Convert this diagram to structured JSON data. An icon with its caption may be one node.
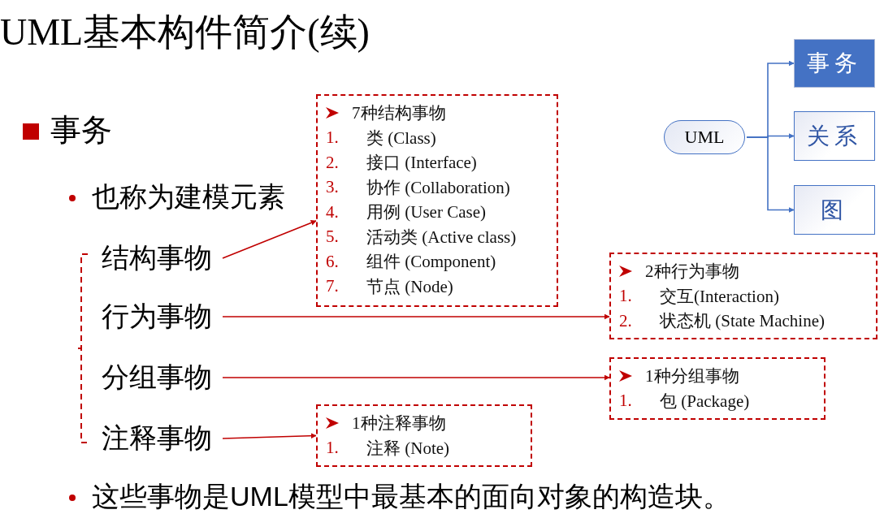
{
  "diagram": {
    "title": "UML基本构件简介(续)",
    "nodes": [
      {
        "text": [
          "UML"
        ]
      },
      {
        "text": [
          "事务"
        ]
      },
      {
        "text": [
          "关系"
        ]
      },
      {
        "text": [
          "图"
        ]
      },
      {
        "text": [
          "结构事物"
        ]
      },
      {
        "text": [
          "行为事物"
        ]
      },
      {
        "text": [
          "分组事物"
        ]
      },
      {
        "text": [
          "注释事物"
        ]
      },
      {
        "text": [
          "7种结构事物",
          "1.",
          "类 (Class)",
          "2.",
          "接口 (Interface)",
          "3.",
          "协作 (Collaboration)",
          "4.",
          "用例 (User Case)",
          "5.",
          "活动类 (Active class)",
          "6.",
          "组件 (Component)",
          "7.",
          "节点 (Node)"
        ]
      },
      {
        "text": [
          "2种行为事物",
          "1.",
          "交互(Interaction)",
          "2.",
          "状态机 (State Machine)"
        ]
      },
      {
        "text": [
          "1种分组事物",
          "1.",
          "包 (Package)"
        ]
      },
      {
        "text": [
          "1种注释事物",
          "1.",
          "注释 (Note)"
        ]
      }
    ],
    "edges": [
      {
        "from": 0,
        "to": 1,
        "arrow": "to",
        "color": "#4472c4"
      },
      {
        "from": 0,
        "to": 2,
        "arrow": "to",
        "color": "#4472c4"
      },
      {
        "from": 0,
        "to": 3,
        "arrow": "to",
        "color": "#4472c4"
      },
      {
        "from": 4,
        "to": 8,
        "arrow": "to"
      },
      {
        "from": 5,
        "to": 9,
        "arrow": "to"
      },
      {
        "from": 6,
        "to": 10,
        "arrow": "to"
      },
      {
        "from": 7,
        "to": 11,
        "arrow": "to"
      }
    ],
    "labels": [
      "事务",
      "也称为建模元素",
      "这些事物是UML模型中最基本的面向对象的构造块。"
    ]
  }
}
